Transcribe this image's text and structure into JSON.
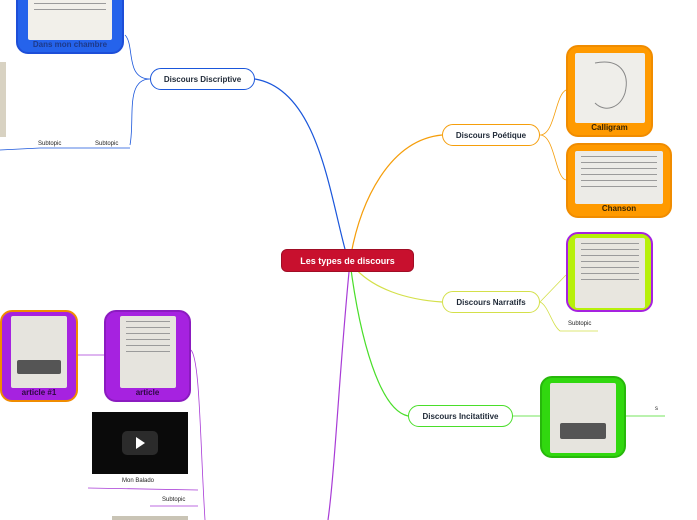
{
  "central": {
    "label": "Les types de discours"
  },
  "branches": {
    "descriptive": {
      "label": "Discours Discriptive",
      "color": "#1a56db"
    },
    "poetique": {
      "label": "Discours Poétique",
      "color": "#f59e0b"
    },
    "narratifs": {
      "label": "Discours Narratifs",
      "color": "#d4e04a"
    },
    "incitatitive": {
      "label": "Discours Incitatitive",
      "color": "#4ade2a"
    },
    "article_branch": {
      "color": "#a83bd6"
    }
  },
  "cards": {
    "dans_ma_chambre": "Dans mon chambre",
    "calligram": "Calligram",
    "chanson": "Chanson",
    "article1": "article #1",
    "article": "article"
  },
  "labels": {
    "subtopic": "Subtopic",
    "mon_balado": "Mon Balado",
    "s": "s"
  },
  "colors": {
    "orange_card": "#ff9a00",
    "blue_card": "#2563eb",
    "purple_card": "#a622e0",
    "lime_card": "#b7f00a",
    "green_card": "#31d80f",
    "central": "#c8102e"
  }
}
